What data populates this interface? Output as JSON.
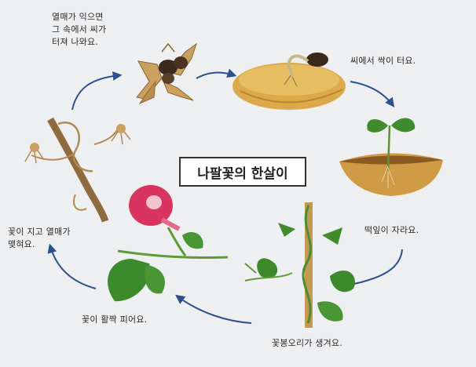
{
  "title": "나팔꽃의 한살이",
  "stages": [
    {
      "id": "seed-release",
      "text": "열매가 익으면\n그 속에서  씨가\n터져 나와요."
    },
    {
      "id": "sprout",
      "text": "씨에서 싹이 터요."
    },
    {
      "id": "seedling",
      "text": "떡잎이 자라요."
    },
    {
      "id": "bud",
      "text": "꽃봉오리가 생겨요."
    },
    {
      "id": "bloom",
      "text": "꽃이 활짝 피어요."
    },
    {
      "id": "fruit",
      "text": "꽃이 지고 열매가\n맺혀요."
    }
  ],
  "colors": {
    "arrow": "#2d4f8c",
    "soil": "#d7a84a",
    "leaf": "#3f8b2e",
    "flower": "#d8345f",
    "seedpod": "#b58a4a"
  }
}
